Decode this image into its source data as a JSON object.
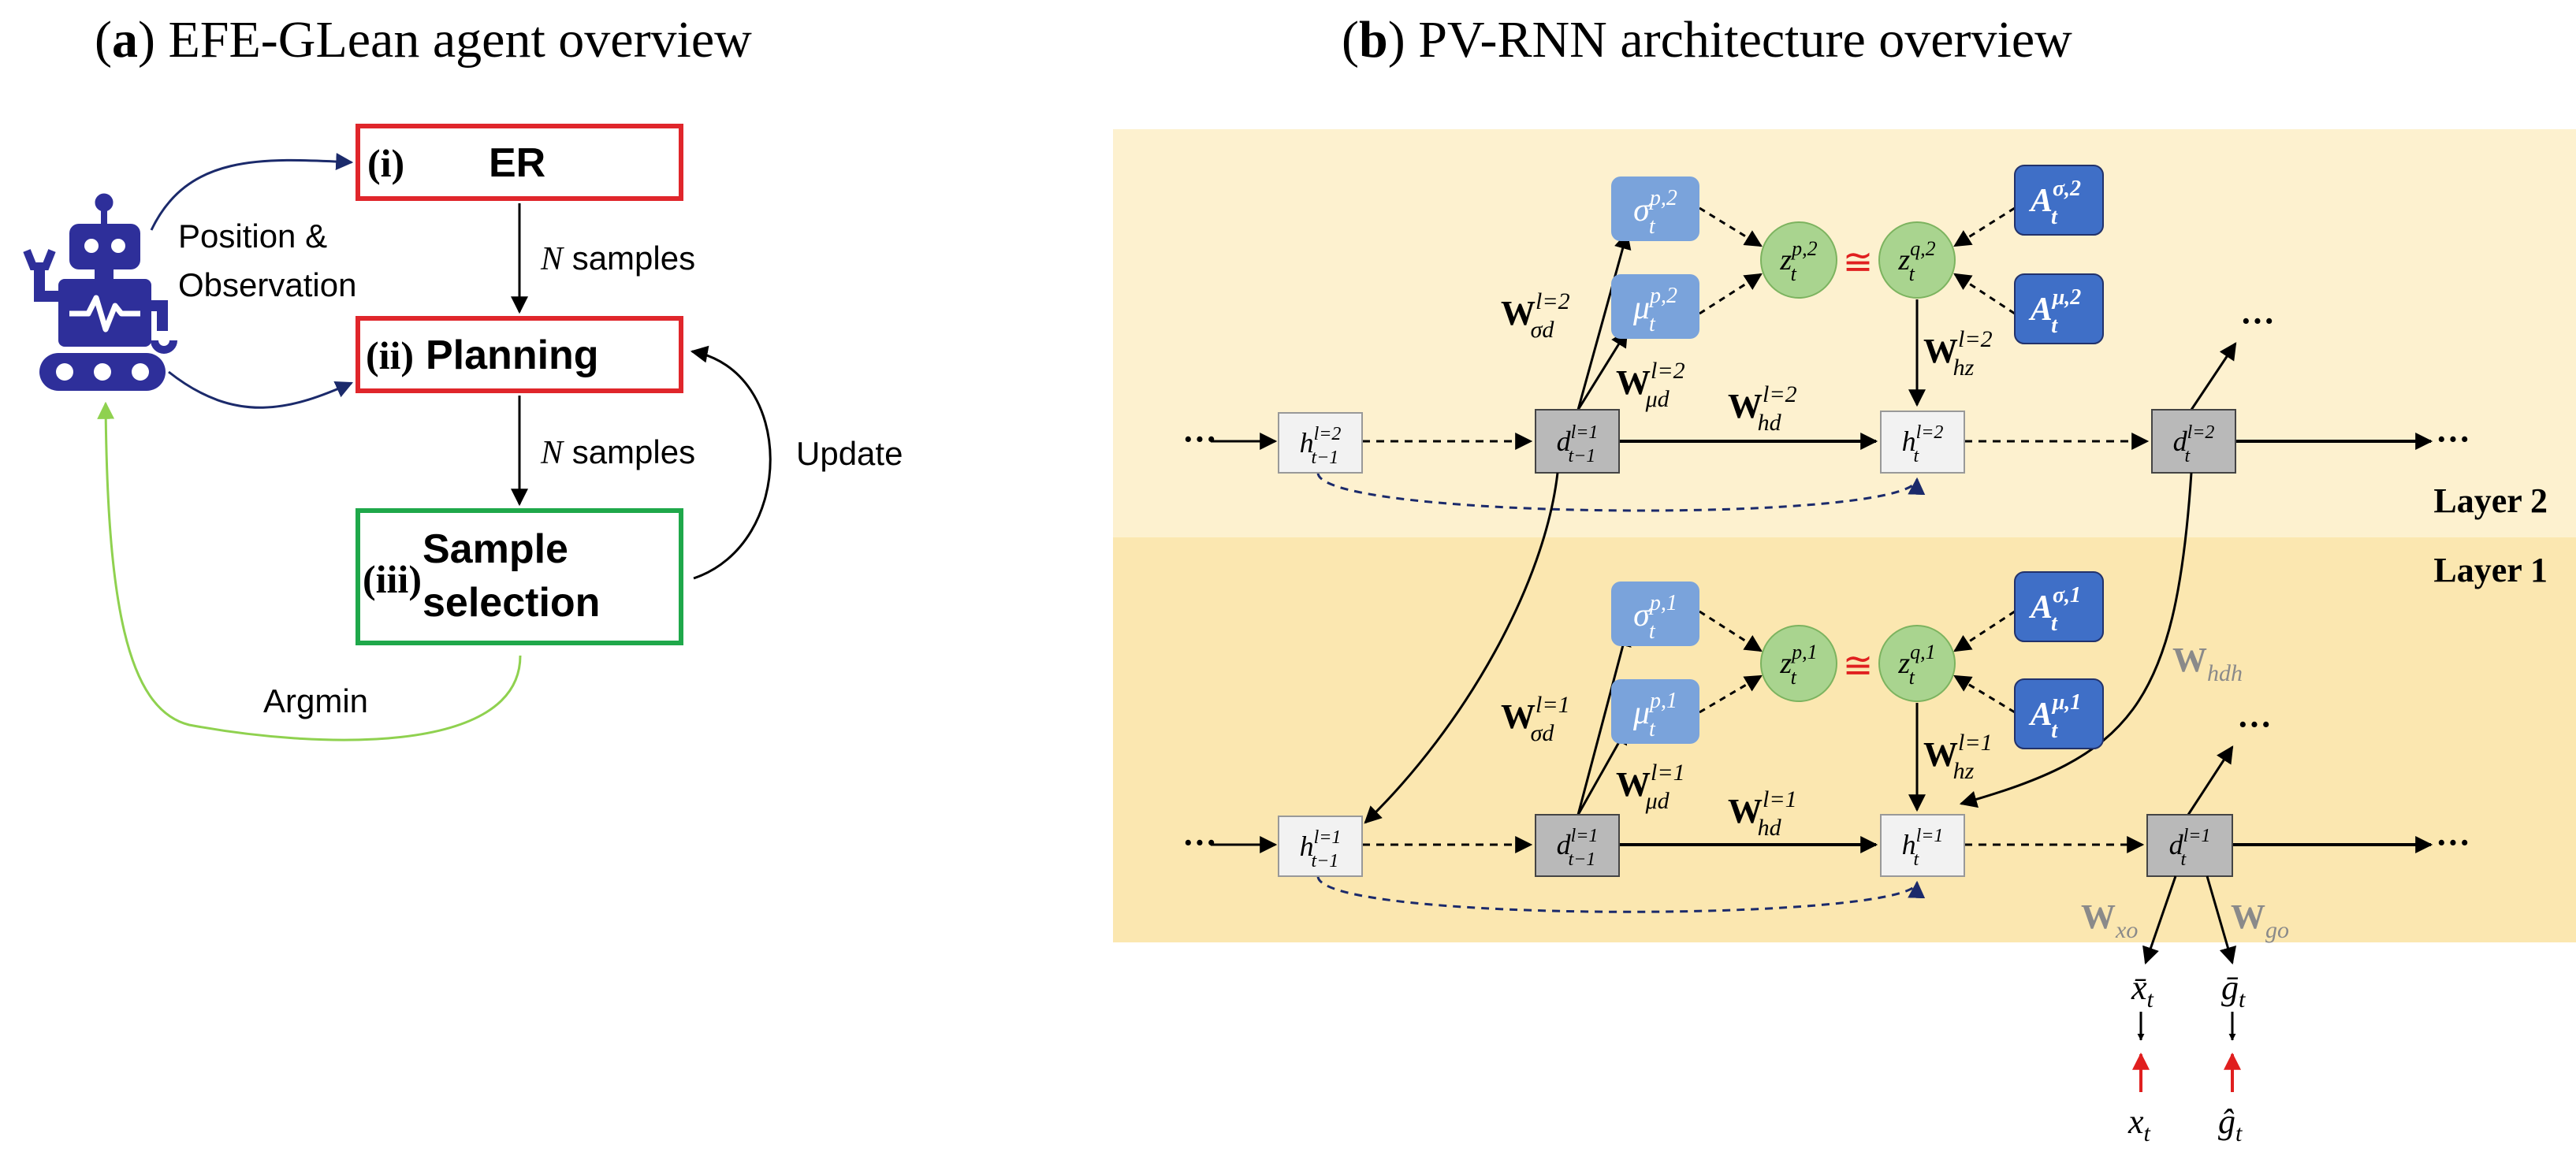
{
  "panel_a": {
    "title_label": "a",
    "title_text": "EFE-GLean agent overview",
    "boxes": {
      "er": {
        "num": "(i)",
        "label": "ER"
      },
      "planning": {
        "num": "(ii)",
        "label": "Planning"
      },
      "selection": {
        "num": "(iii)",
        "label_line1": "Sample",
        "label_line2": "selection"
      }
    },
    "labels": {
      "position_line1": "Position &",
      "position_line2": "Observation",
      "n_samples_1_var": "N",
      "n_samples_1_text": "samples",
      "n_samples_2_var": "N",
      "n_samples_2_text": "samples",
      "update": "Update",
      "argmin": "Argmin"
    },
    "colors": {
      "red": "#e0262b",
      "green": "#1fa84a",
      "robot": "#2e2f9a",
      "navy_arrow": "#1b2a6b",
      "lime_arrow": "#8fd14f"
    },
    "icons": {
      "robot": "robot-icon"
    }
  },
  "panel_b": {
    "title_label": "b",
    "title_text": "PV-RNN architecture overview",
    "layers": {
      "layer2": "Layer 2",
      "layer1": "Layer 1"
    },
    "ellipsis": "···",
    "layer2": {
      "sigma_p": {
        "base": "σ",
        "sup": "p,2",
        "sub": "t"
      },
      "mu_p": {
        "base": "μ",
        "sup": "p,2",
        "sub": "t"
      },
      "z_p": {
        "base": "z",
        "sup": "p,2",
        "sub": "t"
      },
      "z_q": {
        "base": "z",
        "sup": "q,2",
        "sub": "t"
      },
      "A_sigma": {
        "base": "A",
        "sup": "σ,2",
        "sub": "t"
      },
      "A_mu": {
        "base": "A",
        "sup": "μ,2",
        "sub": "t"
      },
      "approx": "≅",
      "h_prev": {
        "base": "h",
        "sup": "l=2",
        "sub": "t−1"
      },
      "d_prev": {
        "base": "d",
        "sup": "l=1",
        "sub": "t−1"
      },
      "h_t": {
        "base": "h",
        "sup": "l=2",
        "sub": "t"
      },
      "d_t": {
        "base": "d",
        "sup": "l=2",
        "sub": "t"
      },
      "W_sigma_d": {
        "base": "W",
        "sup": "l=2",
        "sub": "σd"
      },
      "W_mu_d": {
        "base": "W",
        "sup": "l=2",
        "sub": "μd"
      },
      "W_hd": {
        "base": "W",
        "sup": "l=2",
        "sub": "hd"
      },
      "W_hz": {
        "base": "W",
        "sup": "l=2",
        "sub": "hz"
      }
    },
    "layer1": {
      "sigma_p": {
        "base": "σ",
        "sup": "p,1",
        "sub": "t"
      },
      "mu_p": {
        "base": "μ",
        "sup": "p,1",
        "sub": "t"
      },
      "z_p": {
        "base": "z",
        "sup": "p,1",
        "sub": "t"
      },
      "z_q": {
        "base": "z",
        "sup": "q,1",
        "sub": "t"
      },
      "A_sigma": {
        "base": "A",
        "sup": "σ,1",
        "sub": "t"
      },
      "A_mu": {
        "base": "A",
        "sup": "μ,1",
        "sub": "t"
      },
      "approx": "≅",
      "h_prev": {
        "base": "h",
        "sup": "l=1",
        "sub": "t−1"
      },
      "d_prev": {
        "base": "d",
        "sup": "l=1",
        "sub": "t−1"
      },
      "h_t": {
        "base": "h",
        "sup": "l=1",
        "sub": "t"
      },
      "d_t": {
        "base": "d",
        "sup": "l=1",
        "sub": "t"
      },
      "W_sigma_d": {
        "base": "W",
        "sup": "l=1",
        "sub": "σd"
      },
      "W_mu_d": {
        "base": "W",
        "sup": "l=1",
        "sub": "μd"
      },
      "W_hd": {
        "base": "W",
        "sup": "l=1",
        "sub": "hd"
      },
      "W_hz": {
        "base": "W",
        "sup": "l=1",
        "sub": "hz"
      }
    },
    "W_hdh": {
      "base": "W",
      "sub": "hdh"
    },
    "W_xo": {
      "base": "W",
      "sub": "xo"
    },
    "W_go": {
      "base": "W",
      "sub": "go"
    },
    "outputs": {
      "x_bar": {
        "base": "x̄",
        "sub": "t"
      },
      "g_bar": {
        "base": "ḡ",
        "sub": "t"
      },
      "x": {
        "base": "x",
        "sub": "t"
      },
      "g_hat": {
        "base": "ĝ",
        "sub": "t"
      }
    },
    "colors": {
      "layer2_bg": "#fdf1cf",
      "layer1_bg": "#fbe7b0",
      "prior_box": "#7aa3db",
      "posterior_box": "#3f6fc7",
      "latent_circle": "#a9d48f",
      "d_box": "#b9b9b9",
      "h_box": "#f2f2f2",
      "red_arrow": "#e01f1f",
      "gray_text": "#8a8a8a"
    }
  }
}
